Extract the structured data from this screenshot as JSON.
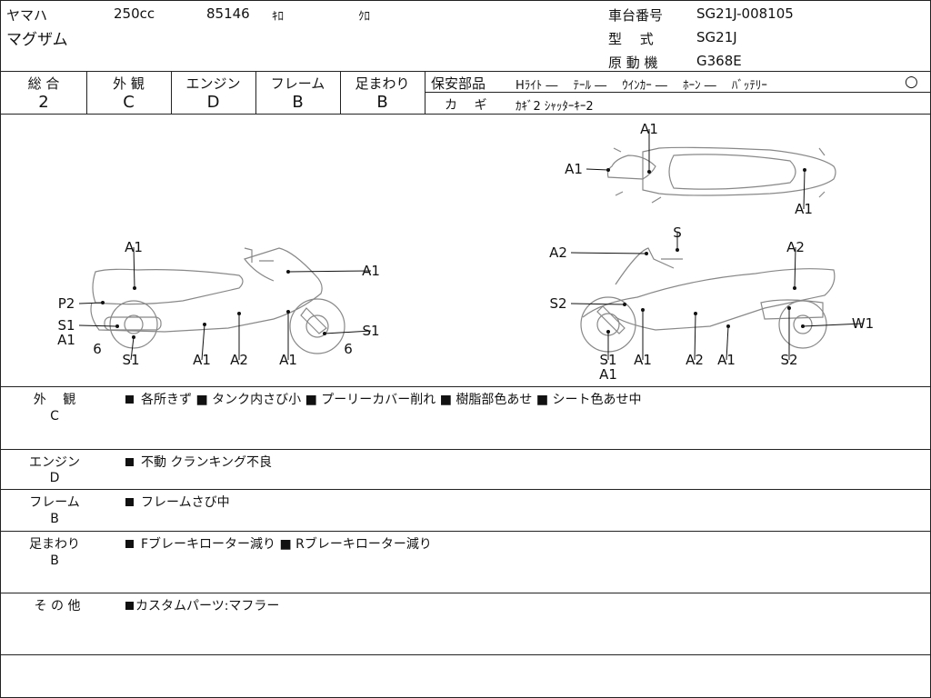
{
  "header": {
    "maker": "ヤマハ",
    "displacement": "250cc",
    "mileage": "85146",
    "mileage_unit": "ｷﾛ",
    "color": "ｸﾛ",
    "model_name": "マグザム",
    "frame_no_label": "車台番号",
    "frame_no": "SG21J-008105",
    "model_code_label": "型　 式",
    "model_code": "SG21J",
    "engine_label": "原 動 機",
    "engine": "G368E"
  },
  "grades": {
    "overall_label": "総 合",
    "overall": "2",
    "exterior_label": "外 観",
    "exterior": "C",
    "engine_label": "エンジン",
    "engine": "D",
    "frame_label": "フレーム",
    "frame": "B",
    "suspension_label": "足まわり",
    "suspension": "B"
  },
  "safety": {
    "label": "保安部品",
    "items": "Hﾗｲﾄ ―　 ﾃｰﾙ ―　 ｳｲﾝｶｰ ―　 ﾎｰﾝ ―　 ﾊﾞｯﾃﾘｰ",
    "battery_mark": "○",
    "keys_label": "カ　 ギ",
    "keys": "ｶｷﾞ2 ｼｬｯﾀｰｷｰ2"
  },
  "diagram": {
    "top": [
      "A1",
      "A1",
      "A1"
    ],
    "left": [
      "A1",
      "A1",
      "P2",
      "S1",
      "A1",
      "6",
      "S1",
      "A1",
      "A2",
      "A1",
      "6",
      "S1"
    ],
    "right": [
      "S",
      "A2",
      "A2",
      "S2",
      "W1",
      "S1",
      "A1",
      "A1",
      "A2",
      "A1",
      "S2"
    ]
  },
  "remarks": [
    {
      "label": "外　 観",
      "grade": "C",
      "text": "各所きず ■ タンク内さび小 ■ プーリーカバー削れ ■ 樹脂部色あせ ■ シート色あせ中"
    },
    {
      "label": "エンジン",
      "grade": "D",
      "text": "不動 クランキング不良"
    },
    {
      "label": "フレーム",
      "grade": "B",
      "text": "フレームさび中"
    },
    {
      "label": "足まわり",
      "grade": "B",
      "text": "Fブレーキローター減り ■ Rブレーキローター減り"
    },
    {
      "label": "そ の 他",
      "grade": "",
      "text": "カスタムパーツ:マフラー"
    }
  ]
}
